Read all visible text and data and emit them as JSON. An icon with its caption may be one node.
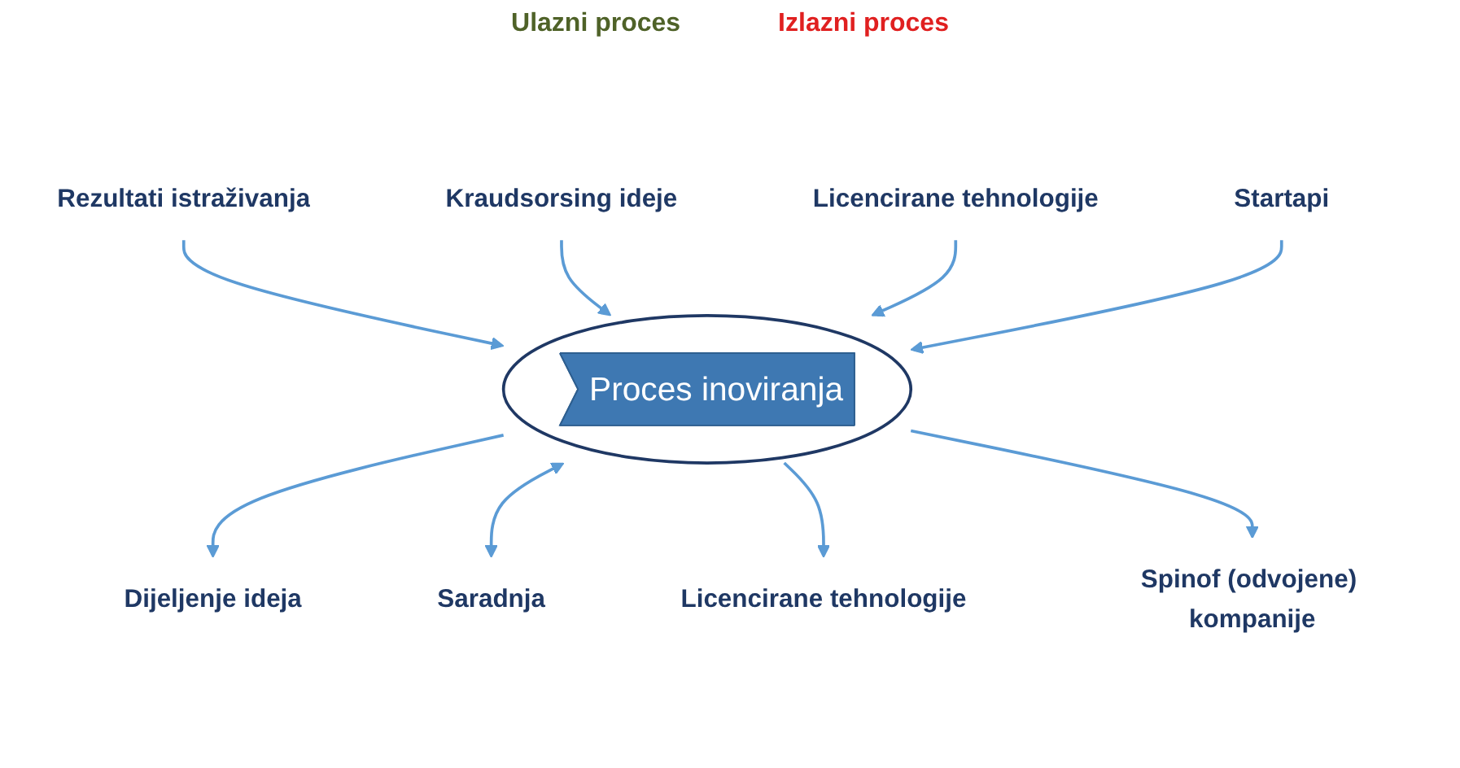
{
  "diagram": {
    "nodes": [
      {
        "text": [
          "Rezultati istraživanja"
        ]
      },
      {
        "text": [
          "Kraudsorsing ideje"
        ]
      },
      {
        "text": [
          "Licencirane tehnologije"
        ]
      },
      {
        "text": [
          "Startapi"
        ]
      },
      {
        "text": [],
        "shape": "ellipse"
      },
      {
        "text": [
          "Proces inoviranja"
        ],
        "in": 4
      },
      {
        "text": [
          "Dijeljenje ideja"
        ]
      },
      {
        "text": [
          "Saradnja"
        ]
      },
      {
        "text": [
          "Licencirane tehnologije"
        ]
      },
      {
        "text": [
          "Spinof (odvojene) kompanije"
        ]
      }
    ],
    "edges": [
      {
        "from": 0,
        "to": 4,
        "arrow": "to"
      },
      {
        "from": 1,
        "to": 4,
        "arrow": "to"
      },
      {
        "from": 2,
        "to": 4,
        "arrow": "to"
      },
      {
        "from": 3,
        "to": 4,
        "arrow": "to"
      },
      {
        "from": 4,
        "to": 6,
        "arrow": "to"
      },
      {
        "from": 4,
        "to": 7,
        "arrow": "both"
      },
      {
        "from": 4,
        "to": 8,
        "arrow": "to"
      },
      {
        "from": 4,
        "to": 9,
        "arrow": "to"
      }
    ],
    "labels": [
      "Ulazni proces",
      "Izlazni proces"
    ]
  }
}
